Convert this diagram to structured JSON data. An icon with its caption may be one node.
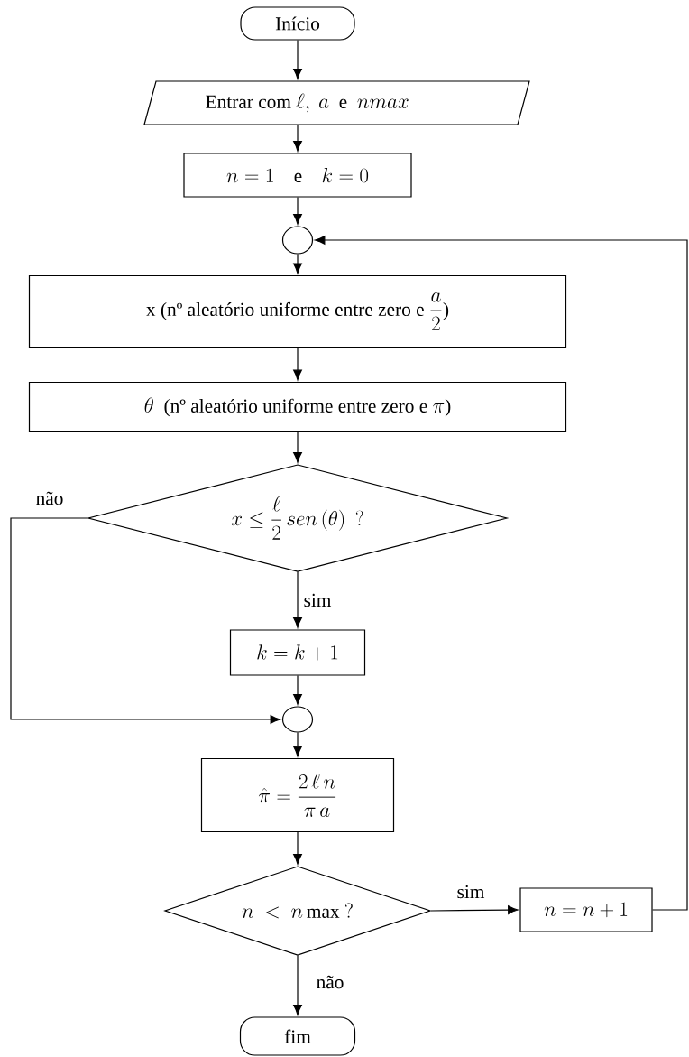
{
  "diagram": {
    "nodes": [
      {
        "text": [
          "Início"
        ]
      },
      {
        "text": [
          "\\text{Entrar com }\\ell,\\ a\\ \\text{ e }\\ nmax"
        ]
      },
      {
        "text": [
          "n=1\\quad\\text{e}\\quad k=0"
        ]
      },
      {
        "text": [],
        "shape": "circle"
      },
      {
        "text": [
          "\\text{x (nº aleatório uniforme entre zero e }\\dfrac{a}{2}\\text{)}"
        ]
      },
      {
        "text": [
          "\\theta\\ \\ \\text{(nº aleatório uniforme entre zero e }\\pi\\text{)}"
        ]
      },
      {
        "text": [
          "x\\le\\dfrac{\\ell}{2}\\,sen\\left(\\theta\\right)\\ \\ ?"
        ]
      },
      {
        "text": [
          "k=k+1"
        ]
      },
      {
        "text": [],
        "shape": "circle"
      },
      {
        "text": [
          "\\hat{\\pi}=\\dfrac{2\\,\\ell\\, n}{\\pi\\, a}"
        ]
      },
      {
        "text": [
          "n\\ <\\ n\\,\\mathrm{max}\\ ?"
        ]
      },
      {
        "text": [
          "n=n+1"
        ]
      },
      {
        "text": [
          "fim"
        ]
      }
    ],
    "edges": [
      {
        "from": 0,
        "to": 1,
        "arrow": "to"
      },
      {
        "from": 1,
        "to": 2,
        "arrow": "to"
      },
      {
        "from": 2,
        "to": 3,
        "arrow": "to"
      },
      {
        "from": 3,
        "to": 4,
        "arrow": "to"
      },
      {
        "from": 4,
        "to": 5,
        "arrow": "to"
      },
      {
        "from": 5,
        "to": 6,
        "arrow": "to"
      },
      {
        "from": 6,
        "to": 7,
        "arrow": "to",
        "label": "sim"
      },
      {
        "from": 6,
        "to": 8,
        "arrow": "to",
        "label": "não"
      },
      {
        "from": 7,
        "to": 8,
        "arrow": "to"
      },
      {
        "from": 8,
        "to": 9,
        "arrow": "to"
      },
      {
        "from": 9,
        "to": 10,
        "arrow": "to"
      },
      {
        "from": 10,
        "to": 11,
        "arrow": "to",
        "label": "sim"
      },
      {
        "from": 11,
        "to": 3,
        "arrow": "to"
      },
      {
        "from": 10,
        "to": 12,
        "arrow": "to",
        "label": "não"
      }
    ]
  }
}
